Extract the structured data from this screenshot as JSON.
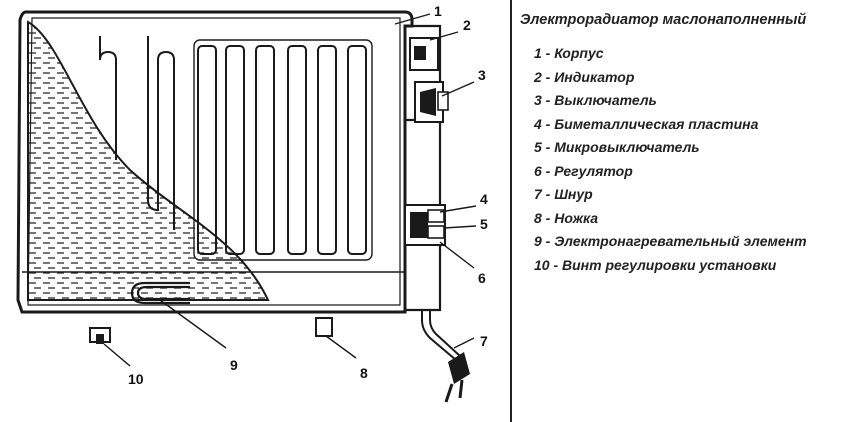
{
  "legend": {
    "title": "Электрорадиатор маслонаполненный",
    "items": [
      {
        "label": "1 - Корпус"
      },
      {
        "label": "2 - Индикатор"
      },
      {
        "label": "3 - Выключатель"
      },
      {
        "label": "4 - Биметаллическая пластина"
      },
      {
        "label": "5 - Микровыключатель"
      },
      {
        "label": "6 - Регулятор"
      },
      {
        "label": "7 - Шнур"
      },
      {
        "label": "8 - Ножка"
      },
      {
        "label": "9 - Электронагревательный элемент"
      },
      {
        "label": "10 - Винт регулировки установки"
      }
    ]
  },
  "callouts": {
    "c1": "1",
    "c2": "2",
    "c3": "3",
    "c4": "4",
    "c5": "5",
    "c6": "6",
    "c7": "7",
    "c8": "8",
    "c9": "9",
    "c10": "10"
  },
  "colors": {
    "line": "#1a1a1a",
    "background": "#ffffff"
  }
}
